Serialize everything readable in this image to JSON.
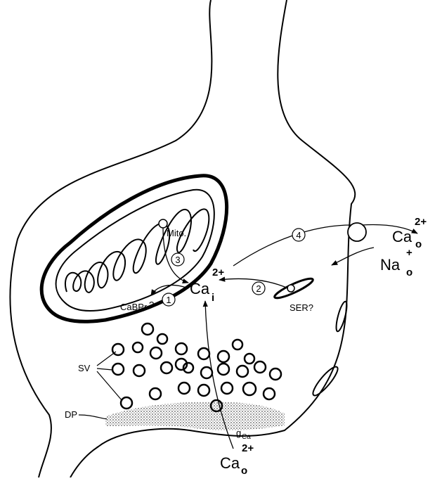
{
  "labels": {
    "mito": "Mito.",
    "cabpr": "CaBPr",
    "cabpr_q": "?",
    "ser": "SER?",
    "sv": "SV",
    "dp": "DP",
    "gca_main": "g",
    "gca_sub": "Ca"
  },
  "ions": {
    "cai_main": "Ca",
    "cai_sup": "2+",
    "cai_sub": "i",
    "cao_right_main": "Ca",
    "cao_right_sup": "2+",
    "cao_right_sub": "o",
    "nao_main": "Na",
    "nao_sup": "+",
    "nao_sub": "o",
    "cao_bottom_main": "Ca",
    "cao_bottom_sup": "2+",
    "cao_bottom_sub": "o"
  },
  "pathways": [
    "1",
    "2",
    "3",
    "4"
  ],
  "colors": {
    "ink": "#000000",
    "background": "#ffffff",
    "stipple": "#555555"
  }
}
